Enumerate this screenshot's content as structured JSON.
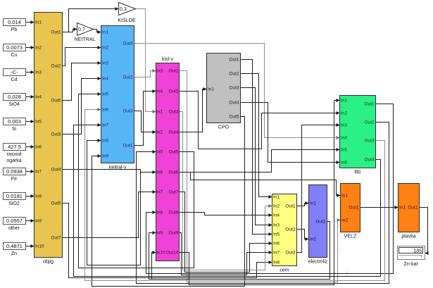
{
  "model": {
    "constants": [
      {
        "value": "0.014",
        "label": [
          "Pb"
        ]
      },
      {
        "value": "0.0073",
        "label": [
          "Cu"
        ]
      },
      {
        "value": "-C-",
        "label": [
          "Cd"
        ]
      },
      {
        "value": "0.028",
        "label": [
          "SiO4"
        ]
      },
      {
        "value": "0.003",
        "label": [
          "Si"
        ]
      },
      {
        "value": "427.5",
        "label": [
          "rasxod",
          "ogarka"
        ]
      },
      {
        "value": "0.0938",
        "label": [
          "Fe"
        ]
      },
      {
        "value": "0.0181",
        "label": [
          "SiO2"
        ]
      },
      {
        "value": "0.0557",
        "label": [
          "other"
        ]
      },
      {
        "value": "0.4871",
        "label": [
          "Zn"
        ]
      }
    ],
    "gains": [
      {
        "label": "NEITRAL",
        "value": "0.7"
      },
      {
        "label": "KISLOE",
        "value": "0.3"
      }
    ],
    "subsystems": [
      {
        "label": "objig",
        "fill": "#E7C54F",
        "inputs": [
          "In1",
          "In2",
          "In3",
          "In4",
          "In5",
          "In6",
          "In7",
          "In8",
          "In9",
          "In10"
        ],
        "outputs": [
          "Out1",
          "Out2",
          "Out6",
          "Out3",
          "Out4",
          "Out5",
          "Out7"
        ]
      },
      {
        "label": "neitral-v",
        "fill": "#58B5F5",
        "inputs": [
          "In1",
          "In2",
          "In3",
          "In4",
          "In5",
          "In6",
          "In7",
          "In8",
          "In9"
        ],
        "outputs": [
          "Out4",
          "Out2",
          "Out3",
          "Out1"
        ]
      },
      {
        "label": "kisl-v",
        "fill": "#F042D6",
        "inputs": [
          "In3",
          "In4",
          "In1",
          "In2",
          "In5",
          "In6",
          "In7",
          "In8",
          "In9",
          "In10"
        ],
        "outputs": [
          "Out1",
          "Out2",
          "Out3",
          "Out4",
          "Out5",
          "Out6",
          "Out7",
          "Out8",
          "Out9",
          "Out10"
        ]
      },
      {
        "label": "CPO",
        "fill": "#C0C0C0",
        "inputs": [
          "In1"
        ],
        "outputs": [
          "Out1",
          "Out2",
          "Out3",
          "Out4",
          "Out5"
        ]
      },
      {
        "label": "filtr",
        "fill": "#2BF086",
        "inputs": [
          "In1",
          "In2",
          "In3",
          "In4",
          "In5",
          "In6"
        ],
        "outputs": [
          "Out1",
          "Out2",
          "Out3",
          "Out4"
        ]
      },
      {
        "label": "cem",
        "fill": "#FFFF80",
        "inputs": [
          "In1",
          "In2",
          "In4",
          "In3",
          "In5",
          "In6",
          "In7",
          "In8"
        ],
        "outputs": [
          "Out1",
          "Out2",
          "Out3"
        ]
      },
      {
        "label": "electroliz",
        "fill": "#7F7FF7",
        "inputs": [
          "In1",
          "In2"
        ],
        "outputs": [
          "Out1"
        ]
      },
      {
        "label": "VELZ",
        "fill": "#FF8014",
        "inputs": [
          "In1",
          "In2"
        ],
        "outputs": [
          "Out1"
        ]
      },
      {
        "label": "plavka",
        "fill": "#FF8014",
        "inputs": [
          "In1"
        ],
        "outputs": [
          "Out1"
        ]
      }
    ],
    "displays": [
      {
        "label": "Zn-kat",
        "value": "185"
      }
    ]
  }
}
